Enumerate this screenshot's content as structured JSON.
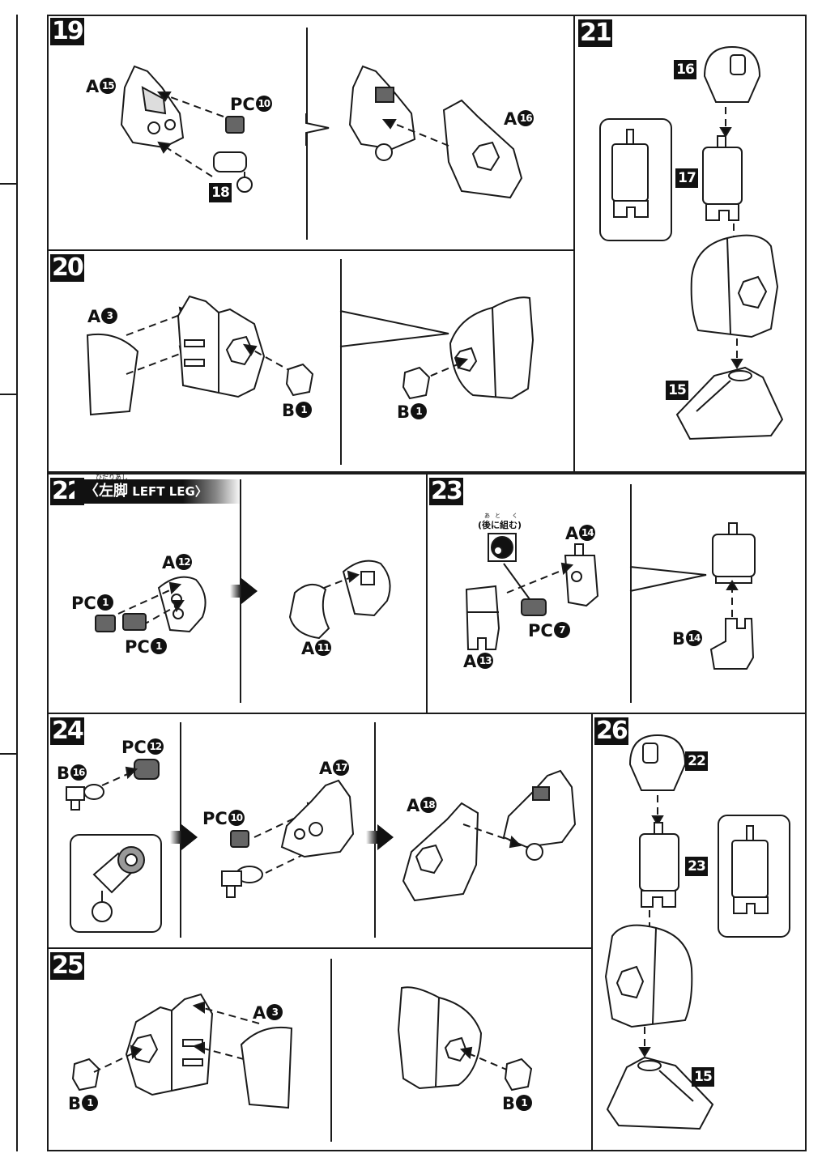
{
  "steps": {
    "s19": {
      "num": "19",
      "labels": {
        "a15": "A",
        "a15n": "15",
        "pc10": "PC",
        "pc10n": "10",
        "b18": "18",
        "a16": "A",
        "a16n": "16"
      }
    },
    "s20": {
      "num": "20",
      "labels": {
        "a3": "A",
        "a3n": "3",
        "b1": "B",
        "b1n": "1",
        "b1b": "B",
        "b1bn": "1"
      }
    },
    "s21": {
      "num": "21",
      "labels": {
        "p16": "16",
        "p17": "17",
        "p15": "15"
      }
    },
    "s22": {
      "num": "22",
      "title_jp": "〈左脚",
      "title_en": "LEFT LEG〉",
      "ruby": "ひだりあし",
      "labels": {
        "a12": "A",
        "a12n": "12",
        "pc1a": "PC",
        "pc1an": "1",
        "pc1b": "PC",
        "pc1bn": "1",
        "a11": "A",
        "a11n": "11"
      }
    },
    "s23": {
      "num": "23",
      "note": "(後に組む)",
      "note_ruby": "あと く",
      "labels": {
        "a14": "A",
        "a14n": "14",
        "pc7": "PC",
        "pc7n": "7",
        "a13": "A",
        "a13n": "13",
        "b14": "B",
        "b14n": "14"
      }
    },
    "s24": {
      "num": "24",
      "labels": {
        "b16": "B",
        "b16n": "16",
        "pc12": "PC",
        "pc12n": "12",
        "pc10": "PC",
        "pc10n": "10",
        "a17": "A",
        "a17n": "17",
        "a18": "A",
        "a18n": "18"
      }
    },
    "s25": {
      "num": "25",
      "labels": {
        "a3": "A",
        "a3n": "3",
        "b1": "B",
        "b1n": "1",
        "b1b": "B",
        "b1bn": "1"
      }
    },
    "s26": {
      "num": "26",
      "labels": {
        "p22": "22",
        "p23": "23",
        "p15": "15"
      }
    }
  }
}
